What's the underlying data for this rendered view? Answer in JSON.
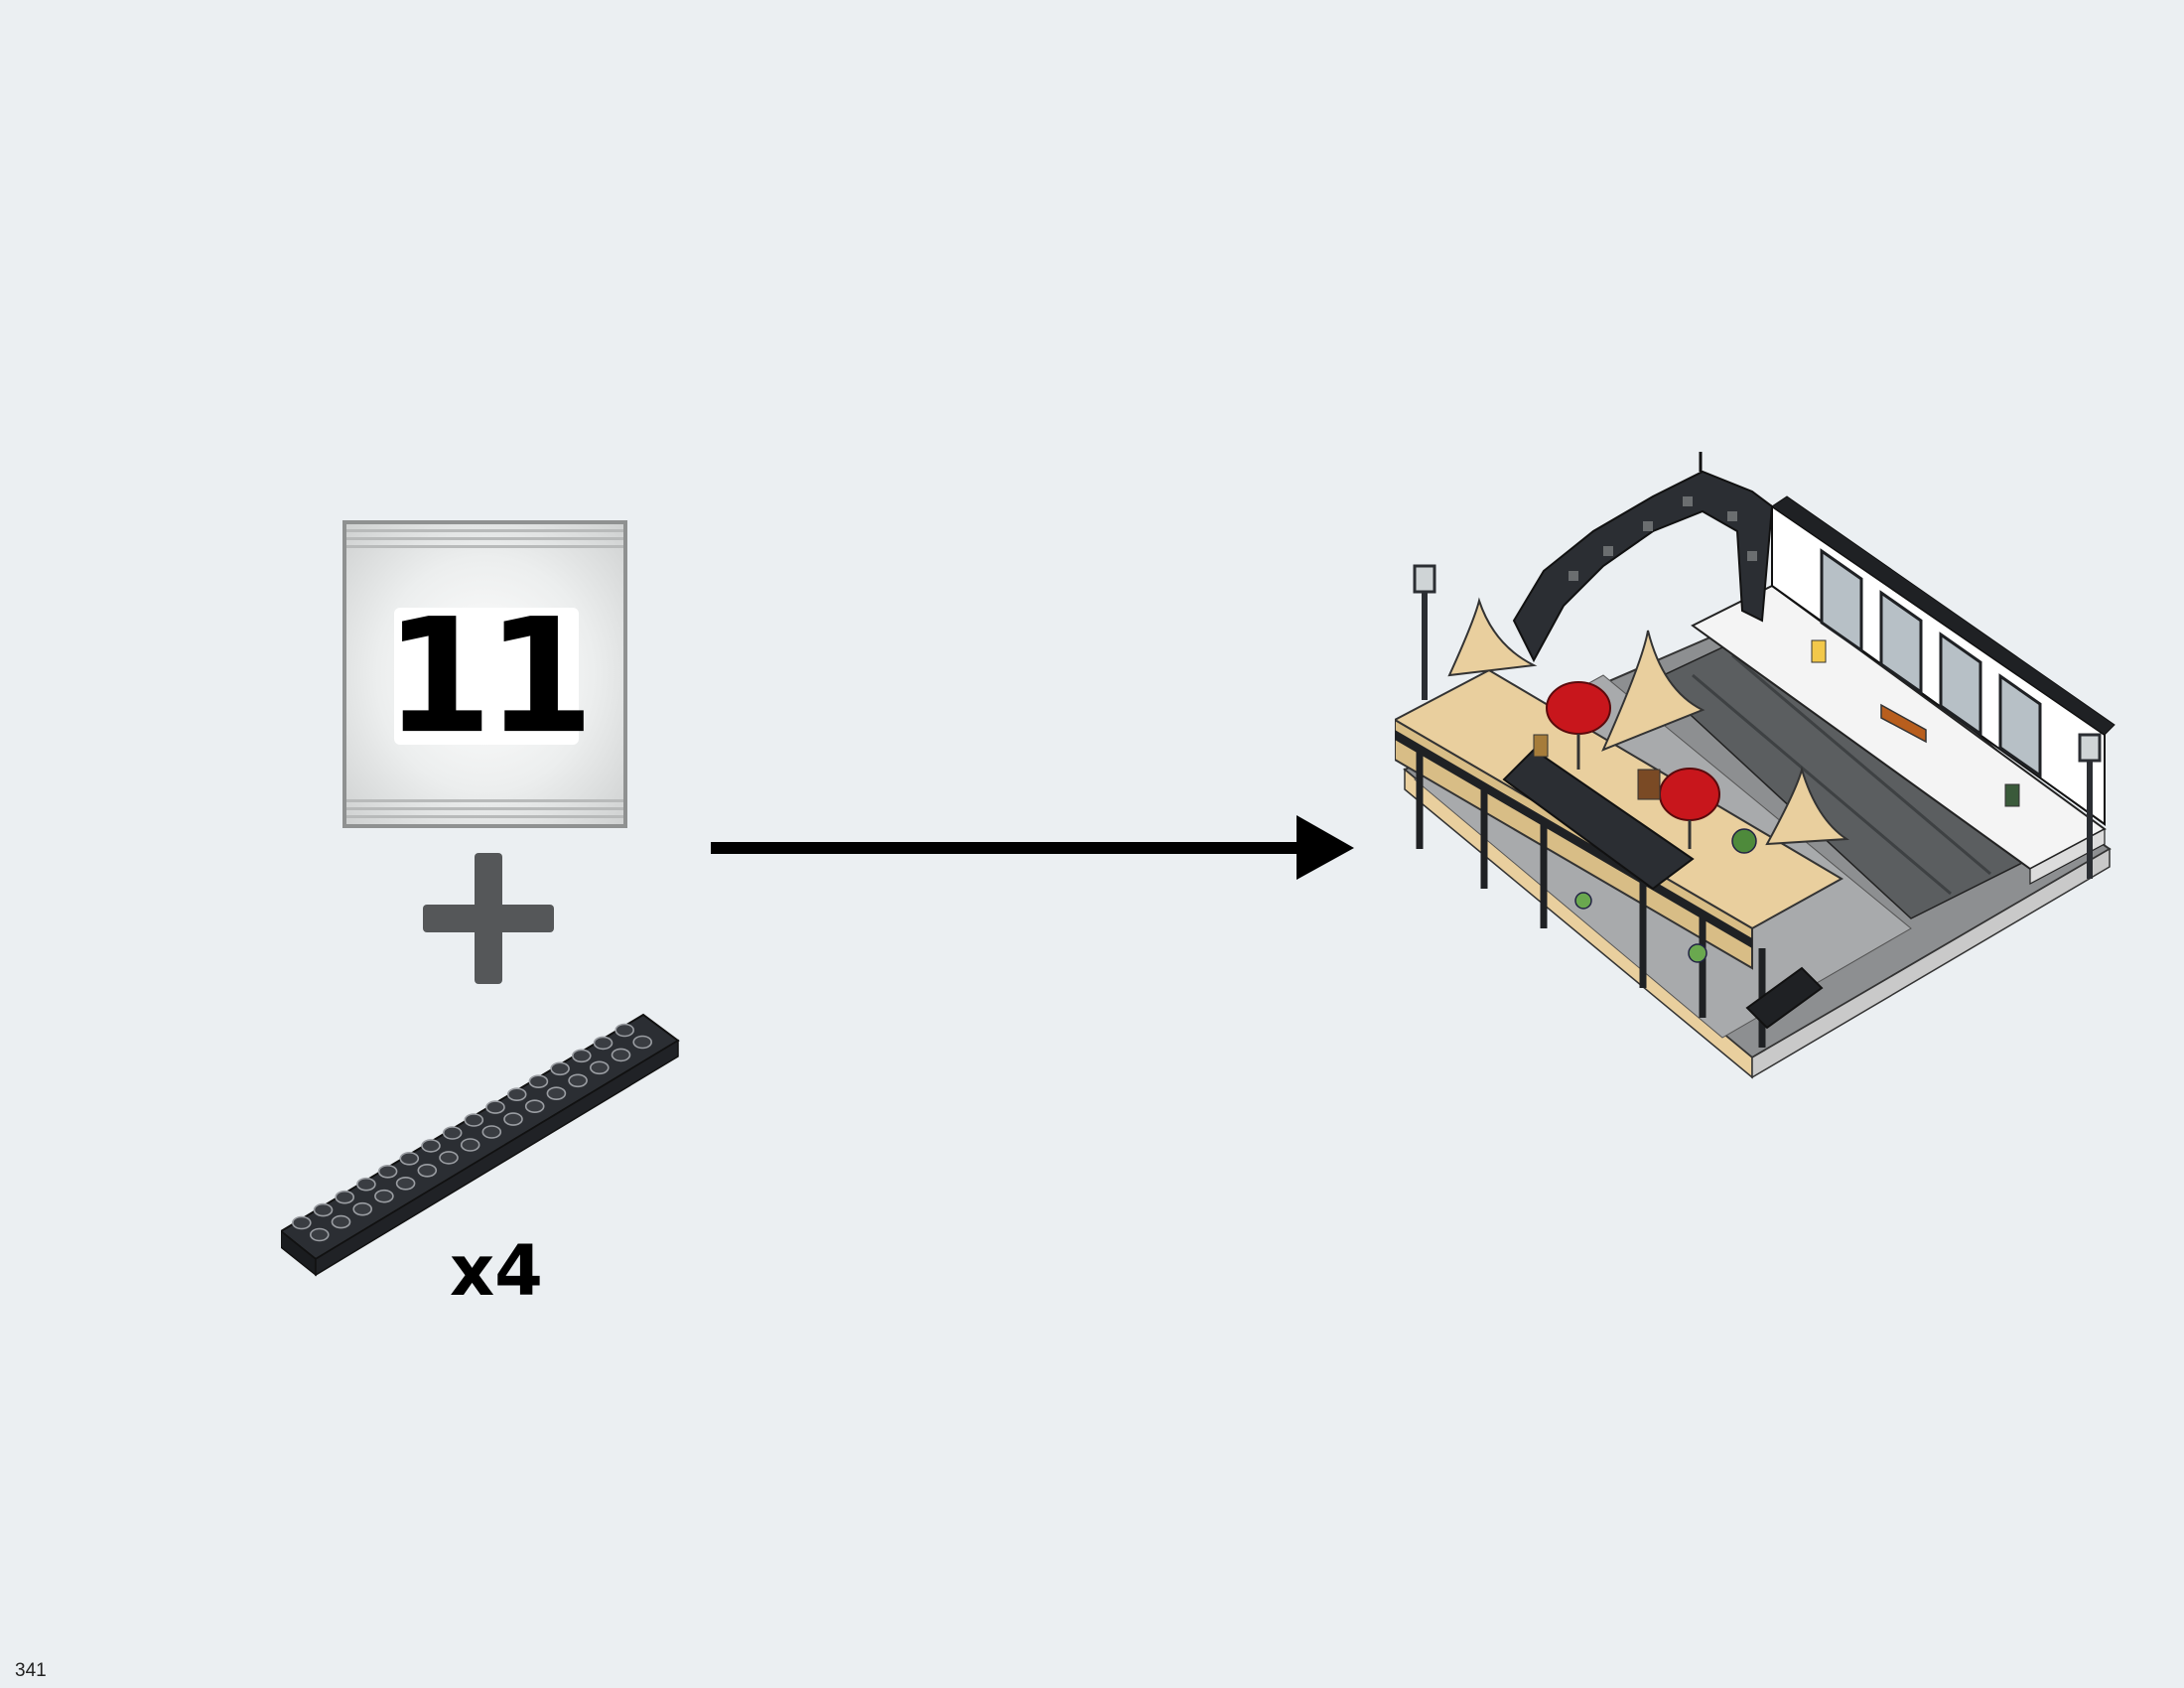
{
  "bag": {
    "number": "11"
  },
  "part": {
    "quantity_label": "x4",
    "color": "#2b2e33"
  },
  "page": {
    "number": "341"
  },
  "colors": {
    "background": "#ebeff2",
    "tan": "#e9cf9e",
    "dark_bluish_gray": "#6b6e70",
    "black": "#1f2124",
    "red": "#c8161c"
  },
  "icons": [
    "plus-icon",
    "right-arrow-icon"
  ]
}
